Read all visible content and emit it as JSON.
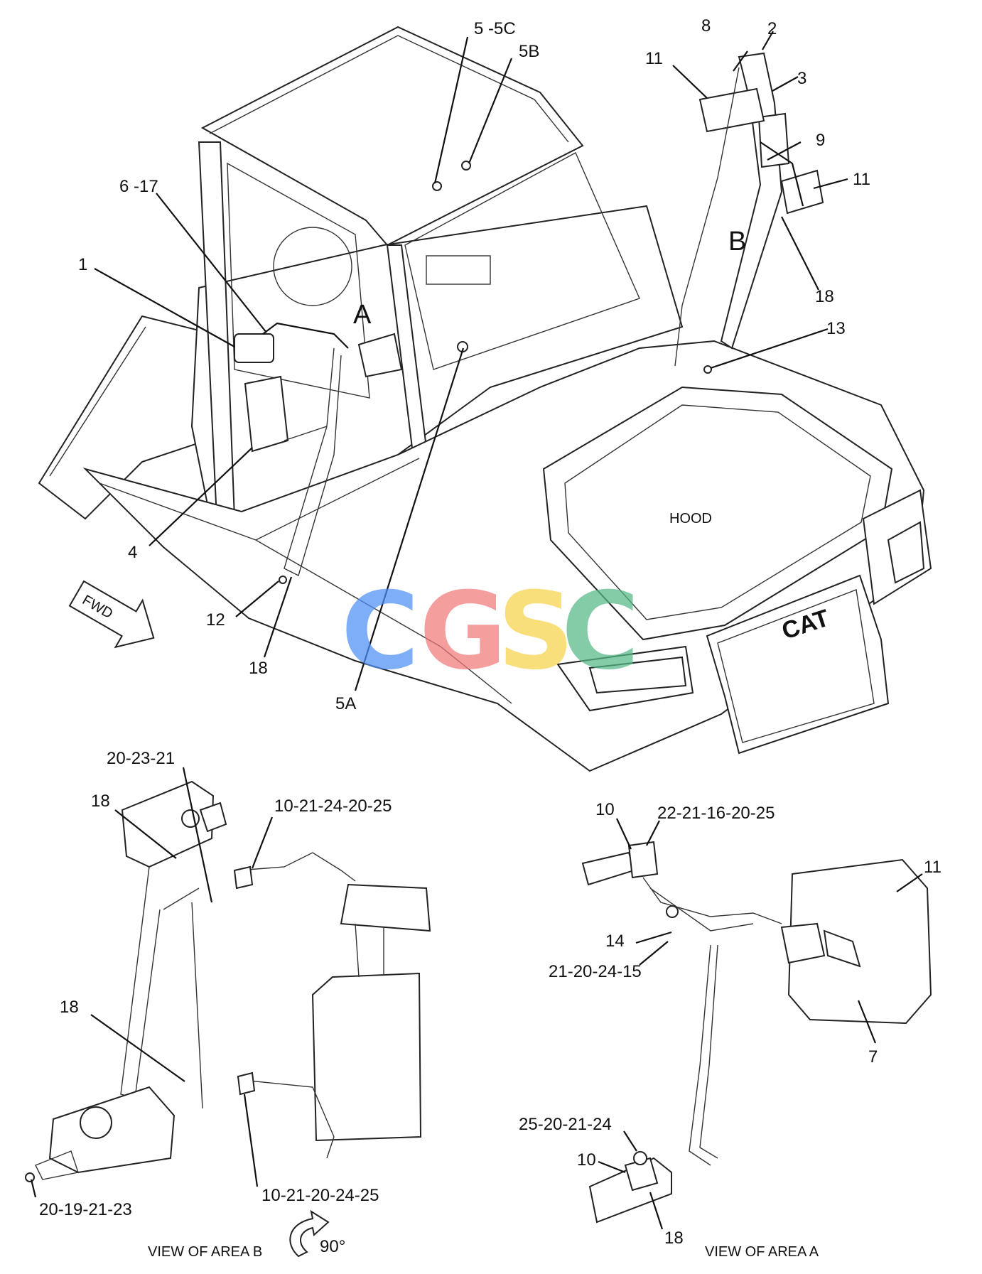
{
  "labels": {
    "l_5_5c": "5 -5C",
    "l_5b": "5B",
    "l_8": "8",
    "l_2": "2",
    "l_11_top": "11",
    "l_3": "3",
    "l_9": "9",
    "l_11_right": "11",
    "l_6_17": "6 -17",
    "l_1": "1",
    "l_18_top": "18",
    "l_13": "13",
    "l_4": "4",
    "l_12": "12",
    "l_18_mid": "18",
    "l_5a": "5A",
    "area_a": "A",
    "area_b": "B",
    "hood": "HOOD",
    "fwd": "FWD",
    "cat": "CAT",
    "b_20_23_21": "20-23-21",
    "b_18_a": "18",
    "b_10_21_24_20_25": "10-21-24-20-25",
    "b_18_b": "18",
    "b_20_19_21_23": "20-19-21-23",
    "b_10_21_20_24_25": "10-21-20-24-25",
    "b_rotate": "90°",
    "b_view": "VIEW OF AREA  B",
    "a_10_top": "10",
    "a_22_21_16_20_25": "22-21-16-20-25",
    "a_11": "11",
    "a_14": "14",
    "a_21_20_24_15": "21-20-24-15",
    "a_7": "7",
    "a_25_20_21_24": "25-20-21-24",
    "a_10_bottom": "10",
    "a_18": "18",
    "a_view": "VIEW OF AREA  A"
  },
  "watermark": {
    "letters": [
      "C",
      "G",
      "S",
      "C"
    ],
    "colors": [
      "#4f8ff7",
      "#f07a78",
      "#f7d24a",
      "#56b886"
    ]
  }
}
